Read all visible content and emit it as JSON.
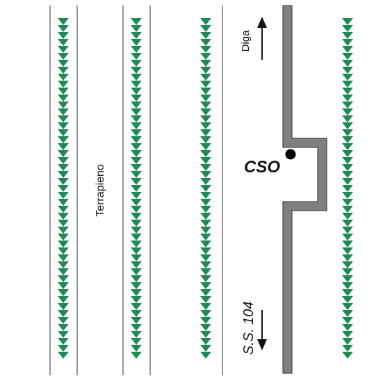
{
  "labels": {
    "terrapieno": "Terrapieno",
    "cso": "CSO",
    "diga": "Diga",
    "ss104": "S.S. 104"
  },
  "colors": {
    "vegetation": "#1f8a55",
    "road": "#808080",
    "road_outline": "#2a2a2a",
    "lines": "#555555",
    "text": "#111111"
  },
  "icons": {
    "arrow_up": "arrow-up-icon",
    "arrow_down": "arrow-down-icon",
    "cso_marker": "dot-marker-icon"
  }
}
